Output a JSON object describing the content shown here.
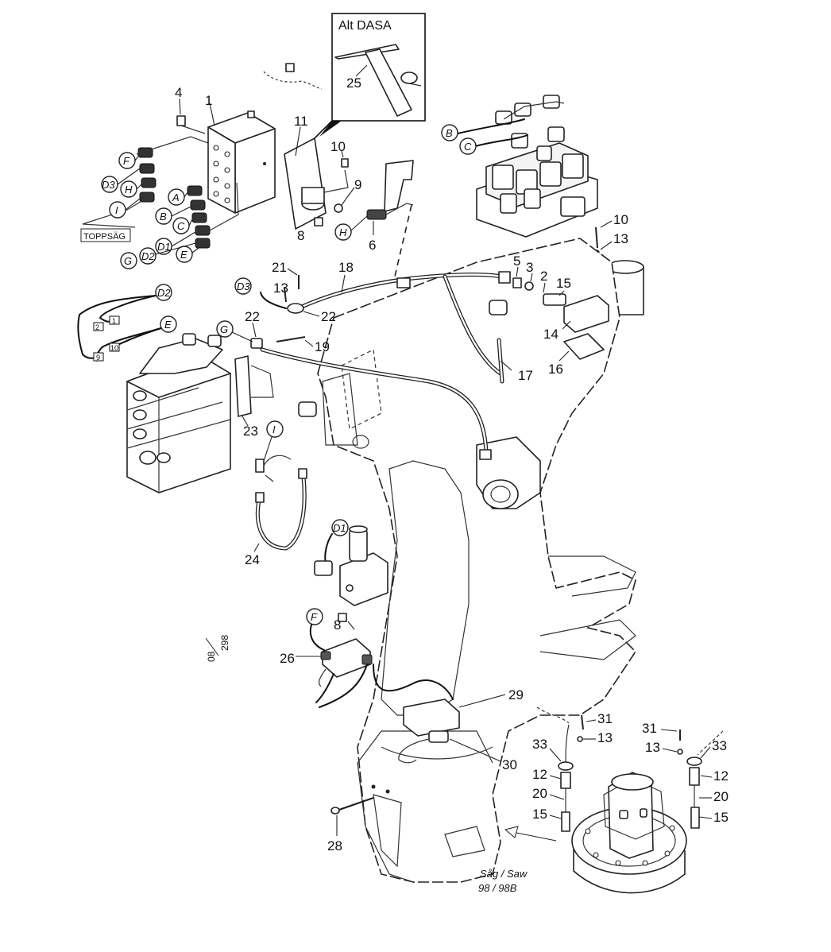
{
  "inset": {
    "title": "Alt DASA",
    "part": "25"
  },
  "toppsag_label": "TOPPSÄG",
  "drawing_ref": {
    "top": "08",
    "bottom": "298"
  },
  "saw_label": {
    "line1": "Såg / Saw",
    "line2": "98 / 98B"
  },
  "connector_labels": {
    "F_left": "F",
    "D3_left": "D3",
    "H_left": "H",
    "I_left": "I",
    "A": "A",
    "B_left": "B",
    "C_left": "C",
    "D1_left": "D1",
    "G_left": "G",
    "D2_left": "D2",
    "E_left": "E",
    "H_mid": "H",
    "B_right": "B",
    "C_right": "C",
    "D3_mid": "D3",
    "D2_valve": "D2",
    "E_valve": "E",
    "G_valve": "G",
    "I_hose": "I",
    "D1_valve": "D1",
    "F_valve": "F"
  },
  "small_wire_tags": [
    "2",
    "1",
    "10",
    "9"
  ],
  "part_numbers": {
    "p4": "4",
    "p1": "1",
    "p11": "11",
    "p10a": "10",
    "p9": "9",
    "p8a": "8",
    "p6": "6",
    "p10b": "10",
    "p13a": "13",
    "p5": "5",
    "p3": "3",
    "p2": "2",
    "p15a": "15",
    "p14": "14",
    "p16": "16",
    "p17": "17",
    "p21": "21",
    "p18": "18",
    "p13b": "13",
    "p22a": "22",
    "p22b": "22",
    "p19": "19",
    "p23": "23",
    "p24": "24",
    "p8b": "8",
    "p26": "26",
    "p29": "29",
    "p30": "30",
    "p28": "28",
    "p31a": "31",
    "p13c": "13",
    "p33a": "33",
    "p12a": "12",
    "p20a": "20",
    "p15b": "15",
    "p31b": "31",
    "p13d": "13",
    "p33b": "33",
    "p12b": "12",
    "p20b": "20",
    "p15c": "15"
  }
}
